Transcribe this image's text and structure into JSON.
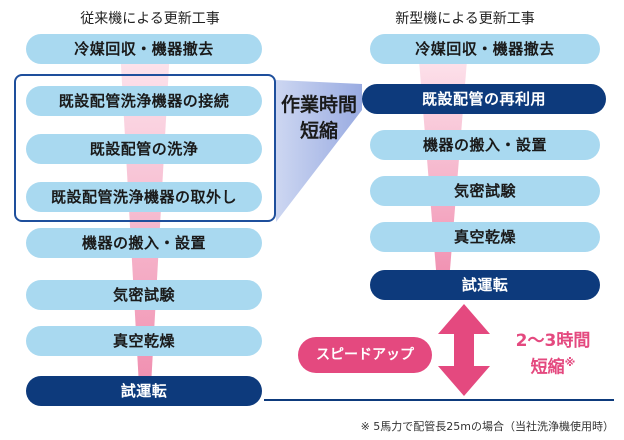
{
  "left": {
    "title": "従来機による更新工事",
    "steps": [
      "冷媒回収・機器撤去",
      "既設配管洗浄機器の接続",
      "既設配管の洗浄",
      "既設配管洗浄機器の取外し",
      "機器の搬入・設置",
      "気密試験",
      "真空乾燥",
      "試運転"
    ]
  },
  "right": {
    "title": "新型機による更新工事",
    "steps": [
      "冷媒回収・機器撤去",
      "既設配管の再利用",
      "機器の搬入・設置",
      "気密試験",
      "真空乾燥",
      "試運転"
    ]
  },
  "reduction": {
    "line1": "作業時間",
    "line2": "短縮"
  },
  "speedup": {
    "label": "スピードアップ"
  },
  "saving": {
    "line1": "2〜3時間",
    "line2": "短縮",
    "mark": "※"
  },
  "footnote": "※ 5馬力で配管長25mの場合（当社洗浄機使用時）",
  "colors": {
    "step_light": "#a9d9f0",
    "step_dark": "#0d3a7c",
    "accent_pink": "#e4497f",
    "funnel_pink": "#f3b5c9",
    "highlight_blue": "#aab8e4"
  }
}
